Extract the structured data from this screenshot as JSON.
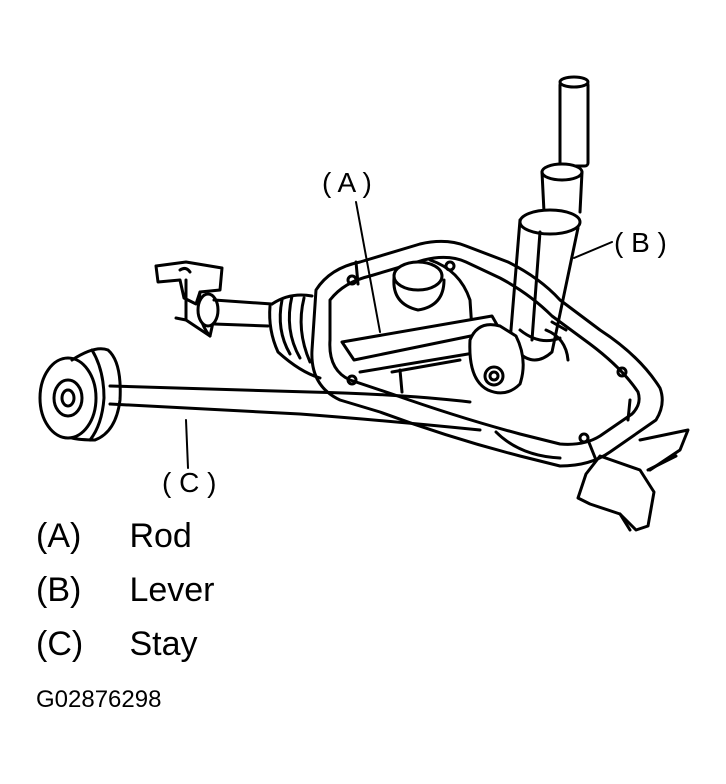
{
  "diagram": {
    "callouts": [
      "( A )",
      "( B )",
      "( C )"
    ],
    "legend": [
      {
        "key": "(A)",
        "value": "Rod"
      },
      {
        "key": "(B)",
        "value": "Lever"
      },
      {
        "key": "(C)",
        "value": "Stay"
      }
    ],
    "figure_code": "G02876298",
    "colors": {
      "ink": "#000000",
      "paper": "#ffffff"
    }
  }
}
